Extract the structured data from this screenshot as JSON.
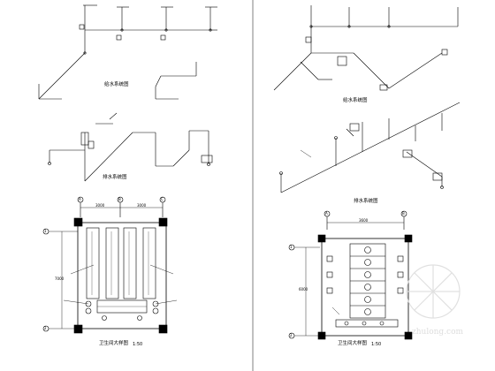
{
  "drawing": {
    "background": "#ffffff",
    "line_color": "#000000",
    "left_sheet": {
      "iso_top_caption": "给水系统图",
      "iso_mid_caption": "排水系统图",
      "plan_caption": "卫生间大样图",
      "plan_scale": "1:50",
      "axis_a": "A",
      "axis_b": "B",
      "axis_c": "C",
      "axis_1": "1",
      "axis_2": "2",
      "dim_left": "3000",
      "dim_right": "3000",
      "dim_side": "7000"
    },
    "right_sheet": {
      "iso_top_caption": "给水系统图",
      "iso_mid_caption": "排水系统图",
      "plan_caption": "卫生间大样图",
      "plan_scale": "1:50",
      "axis_a": "A",
      "axis_b": "B",
      "axis_1": "1",
      "axis_2": "2",
      "dim_top": "3600",
      "dim_side": "6000"
    },
    "watermark": {
      "text": "zhulong.com",
      "icon": "watermark-logo-icon"
    }
  }
}
